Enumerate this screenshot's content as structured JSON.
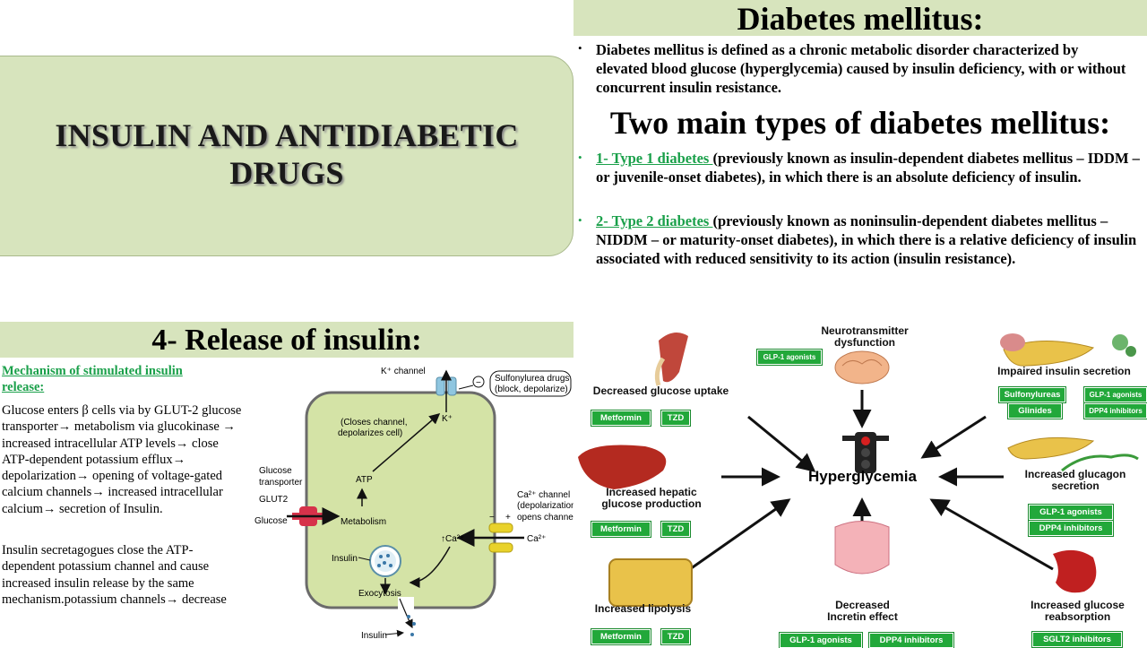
{
  "title_slide": {
    "title_line1": "INSULIN AND ANTIDIABETIC",
    "title_line2": "DRUGS"
  },
  "definition_slide": {
    "title": "Diabetes mellitus:",
    "definition": "Diabetes mellitus is defined as a chronic metabolic disorder characterized by elevated blood glucose (hyperglycemia) caused by insulin deficiency, with or without concurrent insulin resistance.",
    "types_title": "Two main types of diabetes mellitus:",
    "type1_link": "1- Type 1 diabetes ",
    "type1_text": "(previously known as insulin-dependent diabetes mellitus – IDDM – or juvenile-onset diabetes), in which there is an absolute deficiency of insulin.",
    "type2_link": "2- Type 2 diabetes ",
    "type2_text": "(previously known as noninsulin-dependent diabetes mellitus – NIDDM – or maturity-onset diabetes), in which there is a relative deficiency of insulin associated with reduced sensitivity to its action (insulin resistance)."
  },
  "release_slide": {
    "title": "4- Release of insulin:",
    "mechanism_heading": "Mechanism of stimulated insulin release:",
    "mechanism_text": "Glucose enters β cells via by GLUT-2 glucose transporter→ metabolism via glucokinase → increased intracellular ATP levels→ close ATP-dependent  potassium efflux→ depolarization→ opening of voltage-gated calcium channels→ increased intracellular calcium→ secretion of Insulin.",
    "secretagogue_text": " Insulin secretagogues close the ATP-dependent potassium channel and cause increased insulin release by the same mechanism.potassium channels→ decrease",
    "diagram": {
      "k_channel": "K⁺ channel",
      "sulfonylurea": "Sulfonylurea drugs",
      "sulfonylurea2": "(block, depolarize)",
      "minus": "−",
      "closes1": "(Closes channel,",
      "closes2": "depolarizes cell)",
      "kplus": "K⁺",
      "atp": "ATP",
      "glut_label1": "Glucose",
      "glut_label2": "transporter",
      "glut2": "GLUT2",
      "glucose": "Glucose",
      "metabolism": "Metabolism",
      "ca_ch1": "Ca²⁺ channel",
      "ca_ch2": "(depolarization",
      "ca_ch3": "opens channel)",
      "ca_minus": "−",
      "ca_plus": "+",
      "ca_in": "↑Ca²⁺",
      "ca_out": "Ca²⁺",
      "insulin": "Insulin",
      "exocytosis": "Exocytosis",
      "insulin_out": "Insulin"
    }
  },
  "hyperglycemia_slide": {
    "center": "Hyperglycemia",
    "neuro_1": "Neurotransmitter",
    "neuro_2": "dysfunction",
    "neuro_drug": "GLP-1 agonists",
    "uptake": "Decreased glucose uptake",
    "uptake_drugs": [
      "Metformin",
      "TZD"
    ],
    "secretion": "Impaired insulin secretion",
    "secretion_drugs": [
      "Sulfonylureas",
      "GLP-1 agonists",
      "Glinides",
      "DPP4 inhibitors"
    ],
    "hepatic_1": "Increased hepatic",
    "hepatic_2": "glucose production",
    "hepatic_drugs": [
      "Metformin",
      "TZD"
    ],
    "glucagon_1": "Increased glucagon",
    "glucagon_2": "secretion",
    "glucagon_drugs": [
      "GLP-1 agonists",
      "DPP4 inhibitors"
    ],
    "lipolysis": "Increased lipolysis",
    "lipolysis_drugs": [
      "Metformin",
      "TZD"
    ],
    "incretin_1": "Decreased",
    "incretin_2": "Incretin effect",
    "incretin_drugs": [
      "GLP-1 agonists",
      "DPP4 inhibitors"
    ],
    "reabs_1": "Increased glucose",
    "reabs_2": "reabsorption",
    "reabs_drugs": [
      "SGLT2 inhibitors"
    ],
    "colors": {
      "drug_box": "#22a83a",
      "arrow": "#111111"
    }
  }
}
